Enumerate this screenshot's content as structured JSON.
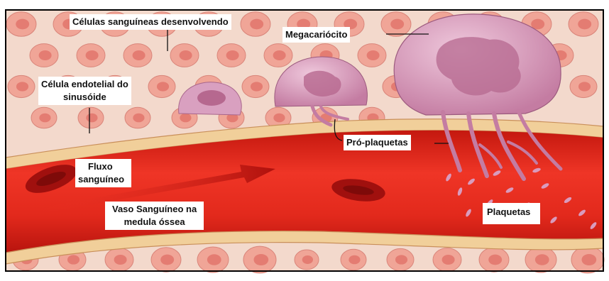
{
  "labels": {
    "developing_cells": "Células sanguíneas desenvolvendo",
    "megakaryocyte": "Megacariócito",
    "endothelial_line1": "Célula endotelial do",
    "endothelial_line2": "sinusóide",
    "blood_flow_line1": "Fluxo",
    "blood_flow_line2": "sanguíneo",
    "proplatelets": "Pró-plaquetas",
    "vessel_line1": "Vaso Sanguíneo na",
    "vessel_line2": "medula óssea",
    "platelets": "Plaquetas"
  },
  "colors": {
    "marrow_background": "#f3d9cc",
    "marrow_cell": "#f0a597",
    "marrow_cell_nucleus": "#e06f66",
    "vessel_wall": "#f1cf9a",
    "blood": "#e02a22",
    "blood_dark": "#b51410",
    "red_cell": "#a0100e",
    "megakaryocyte": "#d99bbd",
    "megakaryocyte_nucleus": "#b6688f",
    "leader_line": "#111111"
  }
}
